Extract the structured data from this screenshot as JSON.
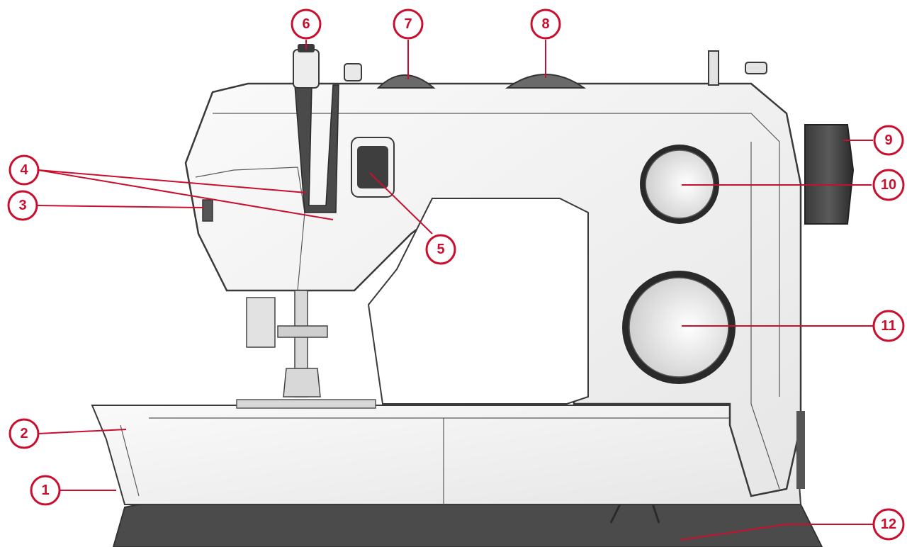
{
  "diagram": {
    "colors": {
      "accent": "#c8102e",
      "body": "#f3f3f3",
      "base": "#4a4a4a",
      "knob": "#2e2e2e"
    },
    "callouts": [
      {
        "id": "c1",
        "label": "1"
      },
      {
        "id": "c2",
        "label": "2"
      },
      {
        "id": "c3",
        "label": "3"
      },
      {
        "id": "c4",
        "label": "4"
      },
      {
        "id": "c5",
        "label": "5"
      },
      {
        "id": "c6",
        "label": "6"
      },
      {
        "id": "c7",
        "label": "7"
      },
      {
        "id": "c8",
        "label": "8"
      },
      {
        "id": "c9",
        "label": "9"
      },
      {
        "id": "c10",
        "label": "10"
      },
      {
        "id": "c11",
        "label": "11"
      },
      {
        "id": "c12",
        "label": "12"
      }
    ]
  }
}
